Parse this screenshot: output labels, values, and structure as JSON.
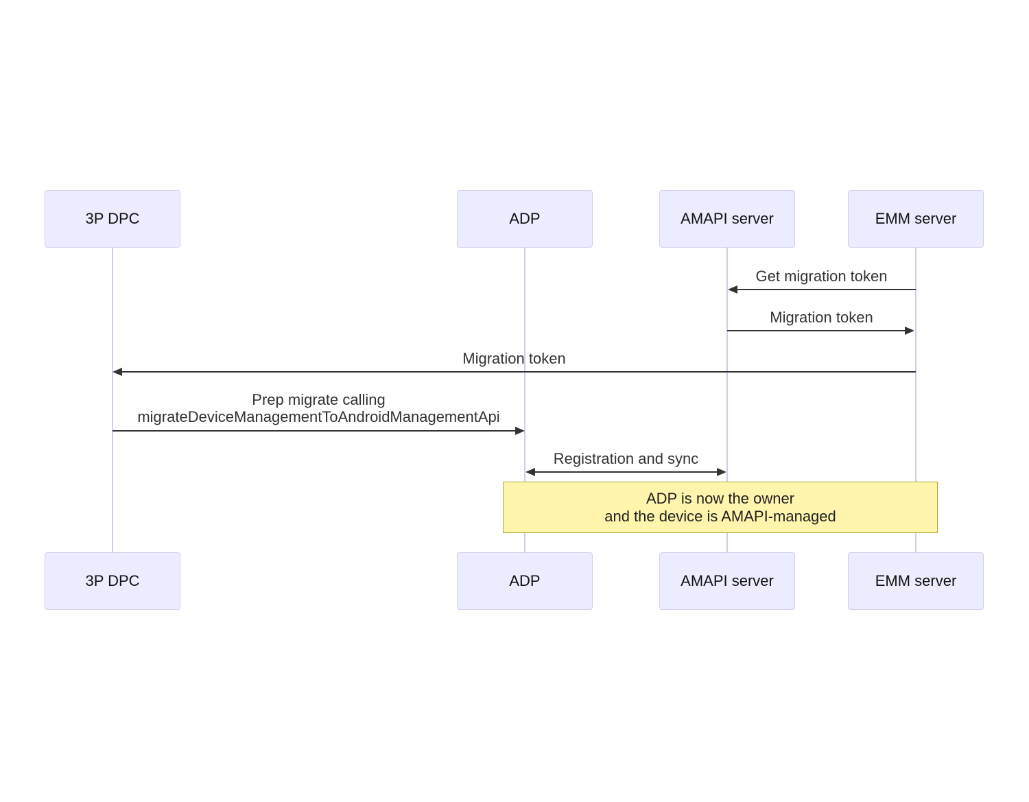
{
  "diagram": {
    "type": "sequence-diagram",
    "participants": [
      {
        "label": "3P DPC"
      },
      {
        "label": "ADP"
      },
      {
        "label": "AMAPI server"
      },
      {
        "label": "EMM server"
      }
    ],
    "messages": [
      {
        "label": "Get migration token",
        "from": "EMM server",
        "to": "AMAPI server",
        "line": "solid",
        "direction": "left"
      },
      {
        "label": "Migration token",
        "from": "AMAPI server",
        "to": "EMM server",
        "line": "solid",
        "direction": "right"
      },
      {
        "label": "Migration token",
        "from": "EMM server",
        "to": "3P DPC",
        "line": "solid",
        "direction": "left"
      },
      {
        "label": "Prep migrate calling",
        "label_line2": "migrateDeviceManagementToAndroidManagementApi",
        "from": "3P DPC",
        "to": "ADP",
        "line": "solid",
        "direction": "right"
      },
      {
        "label": "Registration and sync",
        "from": "ADP",
        "to": "AMAPI server",
        "line": "solid",
        "direction": "both"
      }
    ],
    "note": {
      "over": "ADP, EMM server",
      "line1": "ADP is now the owner",
      "line2": "and the device is AMAPI-managed"
    },
    "colors": {
      "actor_fill": "#ECECFF",
      "actor_border": "#D5CCEF",
      "lifeline": "#D5C9EE",
      "message_color": "#333333",
      "note_fill": "#FFF5AD",
      "note_border": "#AAAA33"
    }
  }
}
